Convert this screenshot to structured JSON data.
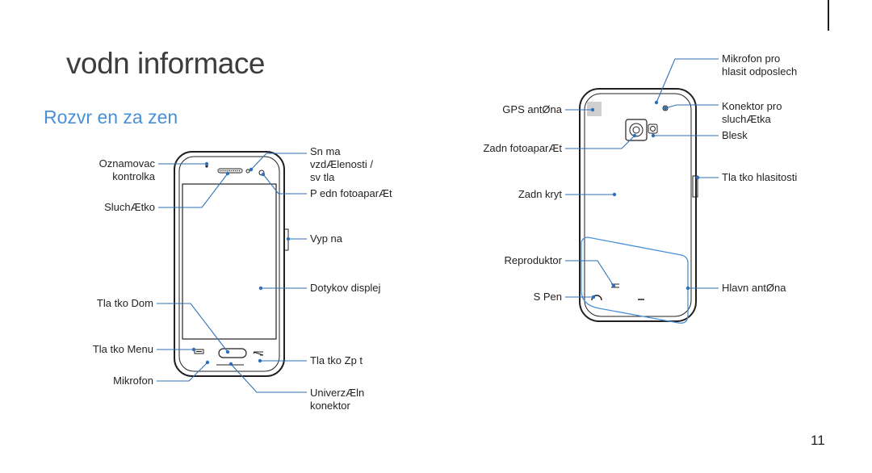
{
  "page": {
    "title": "vodn  informace",
    "subtitle": "Rozvr  en  za  zen",
    "page_number": "11"
  },
  "front_labels": {
    "notification": "Oznamovac  \nkontrolka",
    "earpiece": "SluchÆtko",
    "home_key": "Tla  tko Dom",
    "menu_key": "Tla  tko Menu",
    "mic": "Mikrofon",
    "proximity": "Sn  ma \nvzdÆlenosti / \nsv  tla",
    "front_camera": "P  edn  fotoaparÆt",
    "power": "Vyp  na",
    "touchscreen": "Dotykov  displej",
    "back_key": "Tla  tko Zp  t",
    "usb": "UniverzÆln  \nkonektor"
  },
  "back_labels": {
    "gps": "GPS antØna",
    "rear_camera": "Zadn  fotoaparÆt",
    "back_cover": "Zadn  kryt",
    "speaker": "Reproduktor",
    "spen": "S Pen",
    "speaker_mic": "Mikrofon pro \nhlasit  odposlech",
    "headset": "Konektor pro \nsluchÆtka",
    "flash": "Blesk",
    "volume": "Tla  tko hlasitosti",
    "main_antenna": "Hlavn  antØna"
  }
}
